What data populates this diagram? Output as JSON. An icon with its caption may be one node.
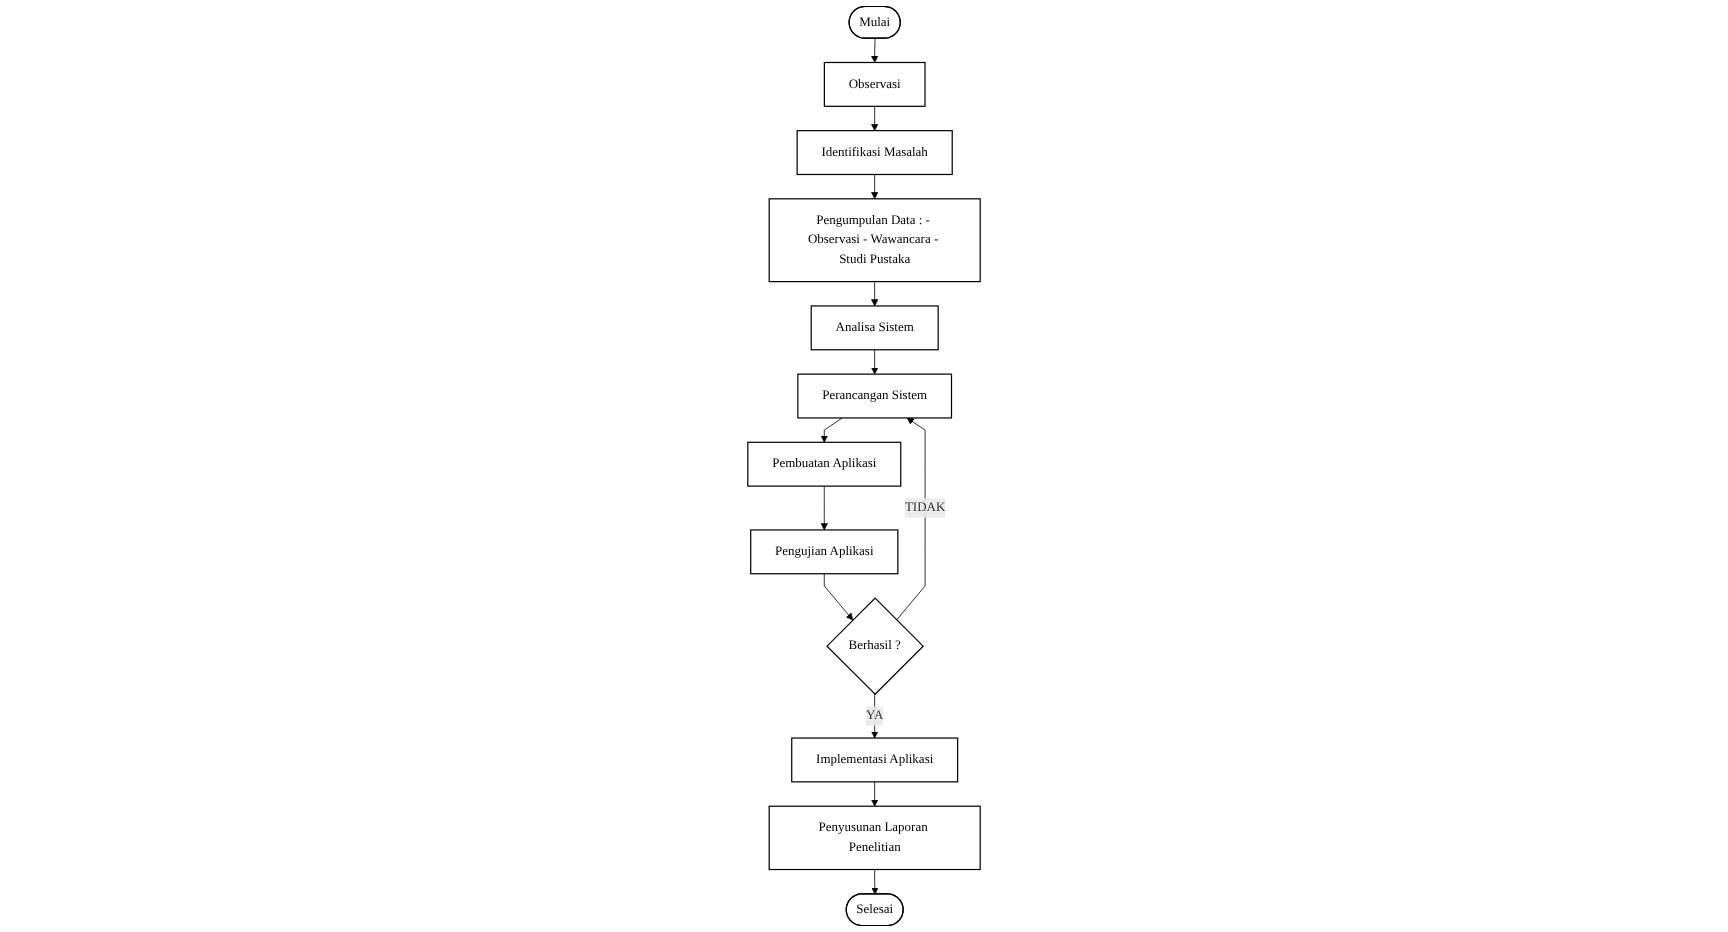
{
  "diagram": {
    "nodes": [
      {
        "text": [
          "Mulai"
        ]
      },
      {
        "text": [
          "Observasi"
        ]
      },
      {
        "text": [
          "Identifikasi Masalah"
        ]
      },
      {
        "text": [
          "Pengumpulan Data : - Observasi - Wawancara - Studi Pustaka"
        ]
      },
      {
        "text": [
          "Analisa Sistem"
        ]
      },
      {
        "text": [
          "Perancangan Sistem"
        ]
      },
      {
        "text": [
          "Pembuatan Aplikasi"
        ]
      },
      {
        "text": [
          "Pengujian Aplikasi"
        ]
      },
      {
        "text": [
          "Berhasil ?"
        ]
      },
      {
        "text": [
          "Implementasi Aplikasi"
        ]
      },
      {
        "text": [
          "Penyusunan Laporan Penelitian"
        ]
      },
      {
        "text": [
          "Selesai"
        ]
      }
    ],
    "edges": [
      {
        "from": 0,
        "to": 1,
        "arrow": "to"
      },
      {
        "from": 1,
        "to": 2,
        "arrow": "to"
      },
      {
        "from": 2,
        "to": 3,
        "arrow": "to"
      },
      {
        "from": 3,
        "to": 4,
        "arrow": "to"
      },
      {
        "from": 4,
        "to": 5,
        "arrow": "to"
      },
      {
        "from": 5,
        "to": 6,
        "arrow": "to"
      },
      {
        "from": 6,
        "to": 7,
        "arrow": "to"
      },
      {
        "from": 7,
        "to": 8,
        "arrow": "to"
      },
      {
        "from": 8,
        "to": 5,
        "label": "TIDAK",
        "arrow": "to"
      },
      {
        "from": 8,
        "to": 9,
        "label": "YA",
        "arrow": "to"
      },
      {
        "from": 9,
        "to": 10,
        "arrow": "to"
      },
      {
        "from": 10,
        "to": 11,
        "arrow": "to"
      }
    ]
  }
}
